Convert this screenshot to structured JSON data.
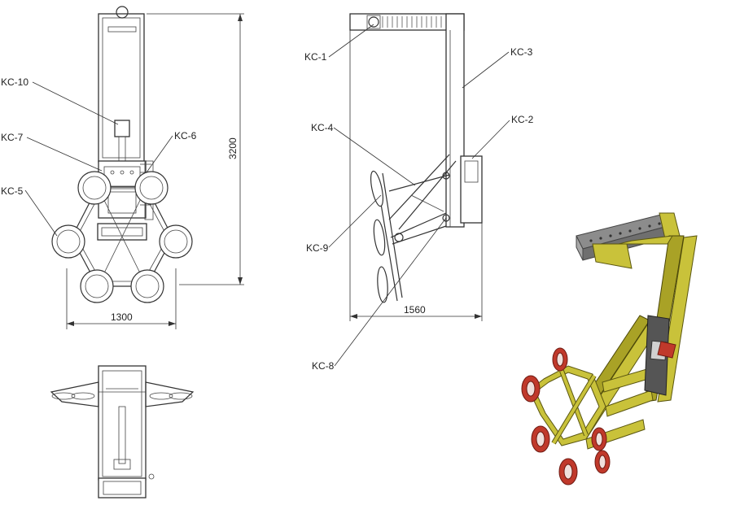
{
  "labels": {
    "kc10": "KC-10",
    "kc7": "KC-7",
    "kc6": "KC-6",
    "kc5": "KC-5",
    "kc1": "KC-1",
    "kc3": "KC-3",
    "kc4": "KC-4",
    "kc2": "KC-2",
    "kc9": "KC-9",
    "kc8": "KC-8"
  },
  "dimensions": {
    "height": "3200",
    "width_front": "1300",
    "width_side": "1560"
  },
  "colors": {
    "frame_yellow": "#c9c23a",
    "suction_cup_red": "#c0392b",
    "beam_grey": "#8c8c8c"
  }
}
